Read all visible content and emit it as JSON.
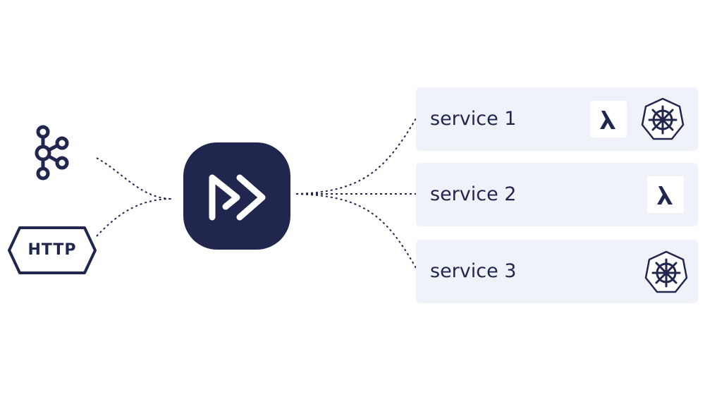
{
  "colors": {
    "primary": "#21264f",
    "card_background": "#eff3f9",
    "background": "#ffffff"
  },
  "sources": [
    {
      "name": "kafka",
      "icon": "kafka-icon"
    },
    {
      "name": "http",
      "icon": "http-badge-icon",
      "label": "HTTP"
    }
  ],
  "hub": {
    "icon": "forward-arrows-icon"
  },
  "services": [
    {
      "label": "service 1",
      "icons": [
        "lambda-icon",
        "kubernetes-icon"
      ]
    },
    {
      "label": "service 2",
      "icons": [
        "lambda-icon"
      ]
    },
    {
      "label": "service 3",
      "icons": [
        "kubernetes-icon"
      ]
    }
  ]
}
